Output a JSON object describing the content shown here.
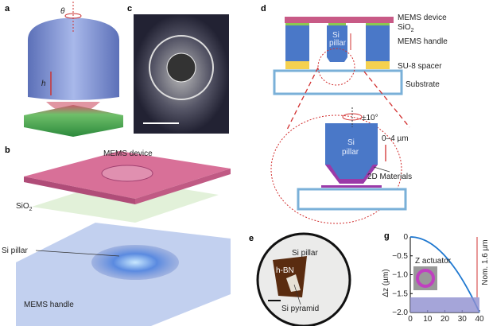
{
  "panels": {
    "a": "a",
    "b": "b",
    "c": "c",
    "d": "d",
    "e": "e",
    "g": "g"
  },
  "a": {
    "theta": "θ",
    "h": "h"
  },
  "b": {
    "mems_device": "MEMS device",
    "sio2": "SiO",
    "sio2_sub": "2",
    "si_pillar": "Si pillar",
    "mems_handle": "MEMS handle"
  },
  "d": {
    "mems_device": "MEMS device",
    "sio2": "SiO",
    "sio2_sub": "2",
    "mems_handle": "MEMS handle",
    "su8": "SU-8 spacer",
    "substrate": "Substrate",
    "si": "Si",
    "pillar": "pillar",
    "rotation": "±10°",
    "range": "0–4 µm",
    "materials": "2D Materials"
  },
  "e": {
    "si_pillar": "Si pillar",
    "hbn": "h-BN",
    "si_pyramid": "Si pyramid"
  },
  "colors": {
    "mems_device": "#c85a86",
    "sio2": "#8cc850",
    "handle": "#4a78c8",
    "su8": "#f5d150",
    "substrate": "#7ab0d8",
    "material": "#9b3aa8",
    "red": "#d23030",
    "curve": "#1f78d0",
    "band": "#8f8fd0"
  },
  "chart_data": {
    "type": "line",
    "xlabel": "",
    "ylabel": "Δz (µm)",
    "xlim": [
      0,
      40
    ],
    "ylim": [
      -2.0,
      0
    ],
    "xticks": [
      "0",
      "10",
      "20",
      "30",
      "40"
    ],
    "yticks": [
      "0",
      "−0.5",
      "−1.0",
      "−1.5",
      "−2.0"
    ],
    "series": [
      {
        "x": [
          0,
          5,
          10,
          15,
          20,
          25,
          30,
          35,
          40
        ],
        "y": [
          0,
          -0.03,
          -0.125,
          -0.28,
          -0.5,
          -0.78,
          -1.125,
          -1.53,
          -2.0
        ]
      }
    ],
    "band": [
      -2.0,
      -1.6
    ],
    "annotations": [
      "Z actuator",
      "Nom. 1.6 µm"
    ]
  }
}
